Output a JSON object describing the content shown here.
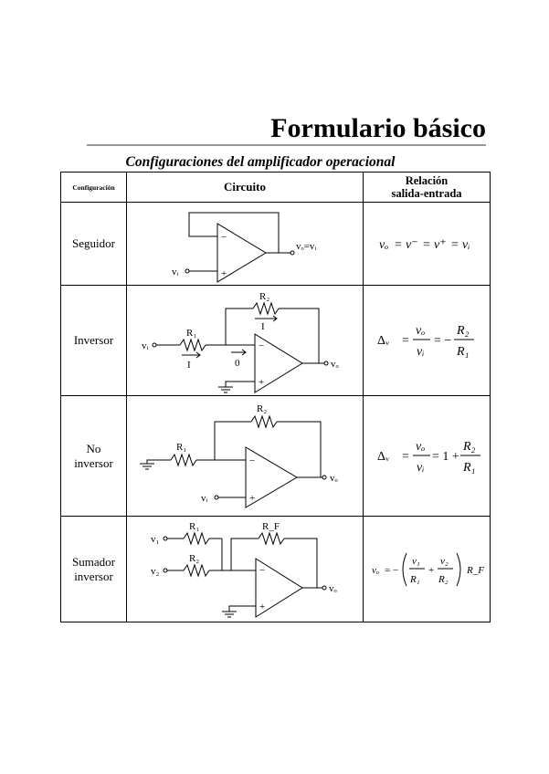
{
  "page": {
    "title": "Formulario básico",
    "subtitle": "Configuraciones del amplificador operacional"
  },
  "table": {
    "headers": {
      "config": "Configuración",
      "circuit": "Circuito",
      "relation": [
        "Relación",
        "salida-entrada"
      ]
    },
    "rows": [
      {
        "name": [
          "Seguidor"
        ],
        "labels": {
          "vout": "vₒ=vᵢ",
          "vin": "vᵢ",
          "minus": "−",
          "plus": "+"
        },
        "formula": {
          "lhs": "vₒ",
          "eq1": "=",
          "t1": "v⁻",
          "eq2": "=",
          "t2": "v⁺",
          "eq3": "=",
          "t3": "vᵢ"
        }
      },
      {
        "name": [
          "Inversor"
        ],
        "labels": {
          "vin": "vᵢ",
          "r1": "R₁",
          "r2": "R₂",
          "i1": "I",
          "i2": "I",
          "zero": "0",
          "vout": "vₒ",
          "minus": "−",
          "plus": "+"
        },
        "formula": {
          "gain": "Δᵥ",
          "eq": "=",
          "num1": "vₒ",
          "den1": "vᵢ",
          "eq2": "= −",
          "num2": "R₂",
          "den2": "R₁"
        }
      },
      {
        "name": [
          "No",
          "inversor"
        ],
        "labels": {
          "vin": "vᵢ",
          "r1": "R₁",
          "r2": "R₂",
          "vout": "vₒ",
          "minus": "−",
          "plus": "+"
        },
        "formula": {
          "gain": "Δᵥ",
          "eq": "=",
          "num1": "vₒ",
          "den1": "vᵢ",
          "eq2": "= 1 +",
          "num2": "R₂",
          "den2": "R₁"
        }
      },
      {
        "name": [
          "Sumador",
          "inversor"
        ],
        "labels": {
          "v1": "v₁",
          "v2": "v₂",
          "r1": "R₁",
          "r2": "R₂",
          "rf": "R_F",
          "vout": "vₒ",
          "minus": "−",
          "plus": "+"
        },
        "formula": {
          "lhs": "vₒ",
          "eq": "= −",
          "num1": "v₁",
          "den1": "R₁",
          "plus": "+",
          "num2": "v₂",
          "den2": "R₂",
          "rf": "R_F"
        }
      }
    ]
  }
}
